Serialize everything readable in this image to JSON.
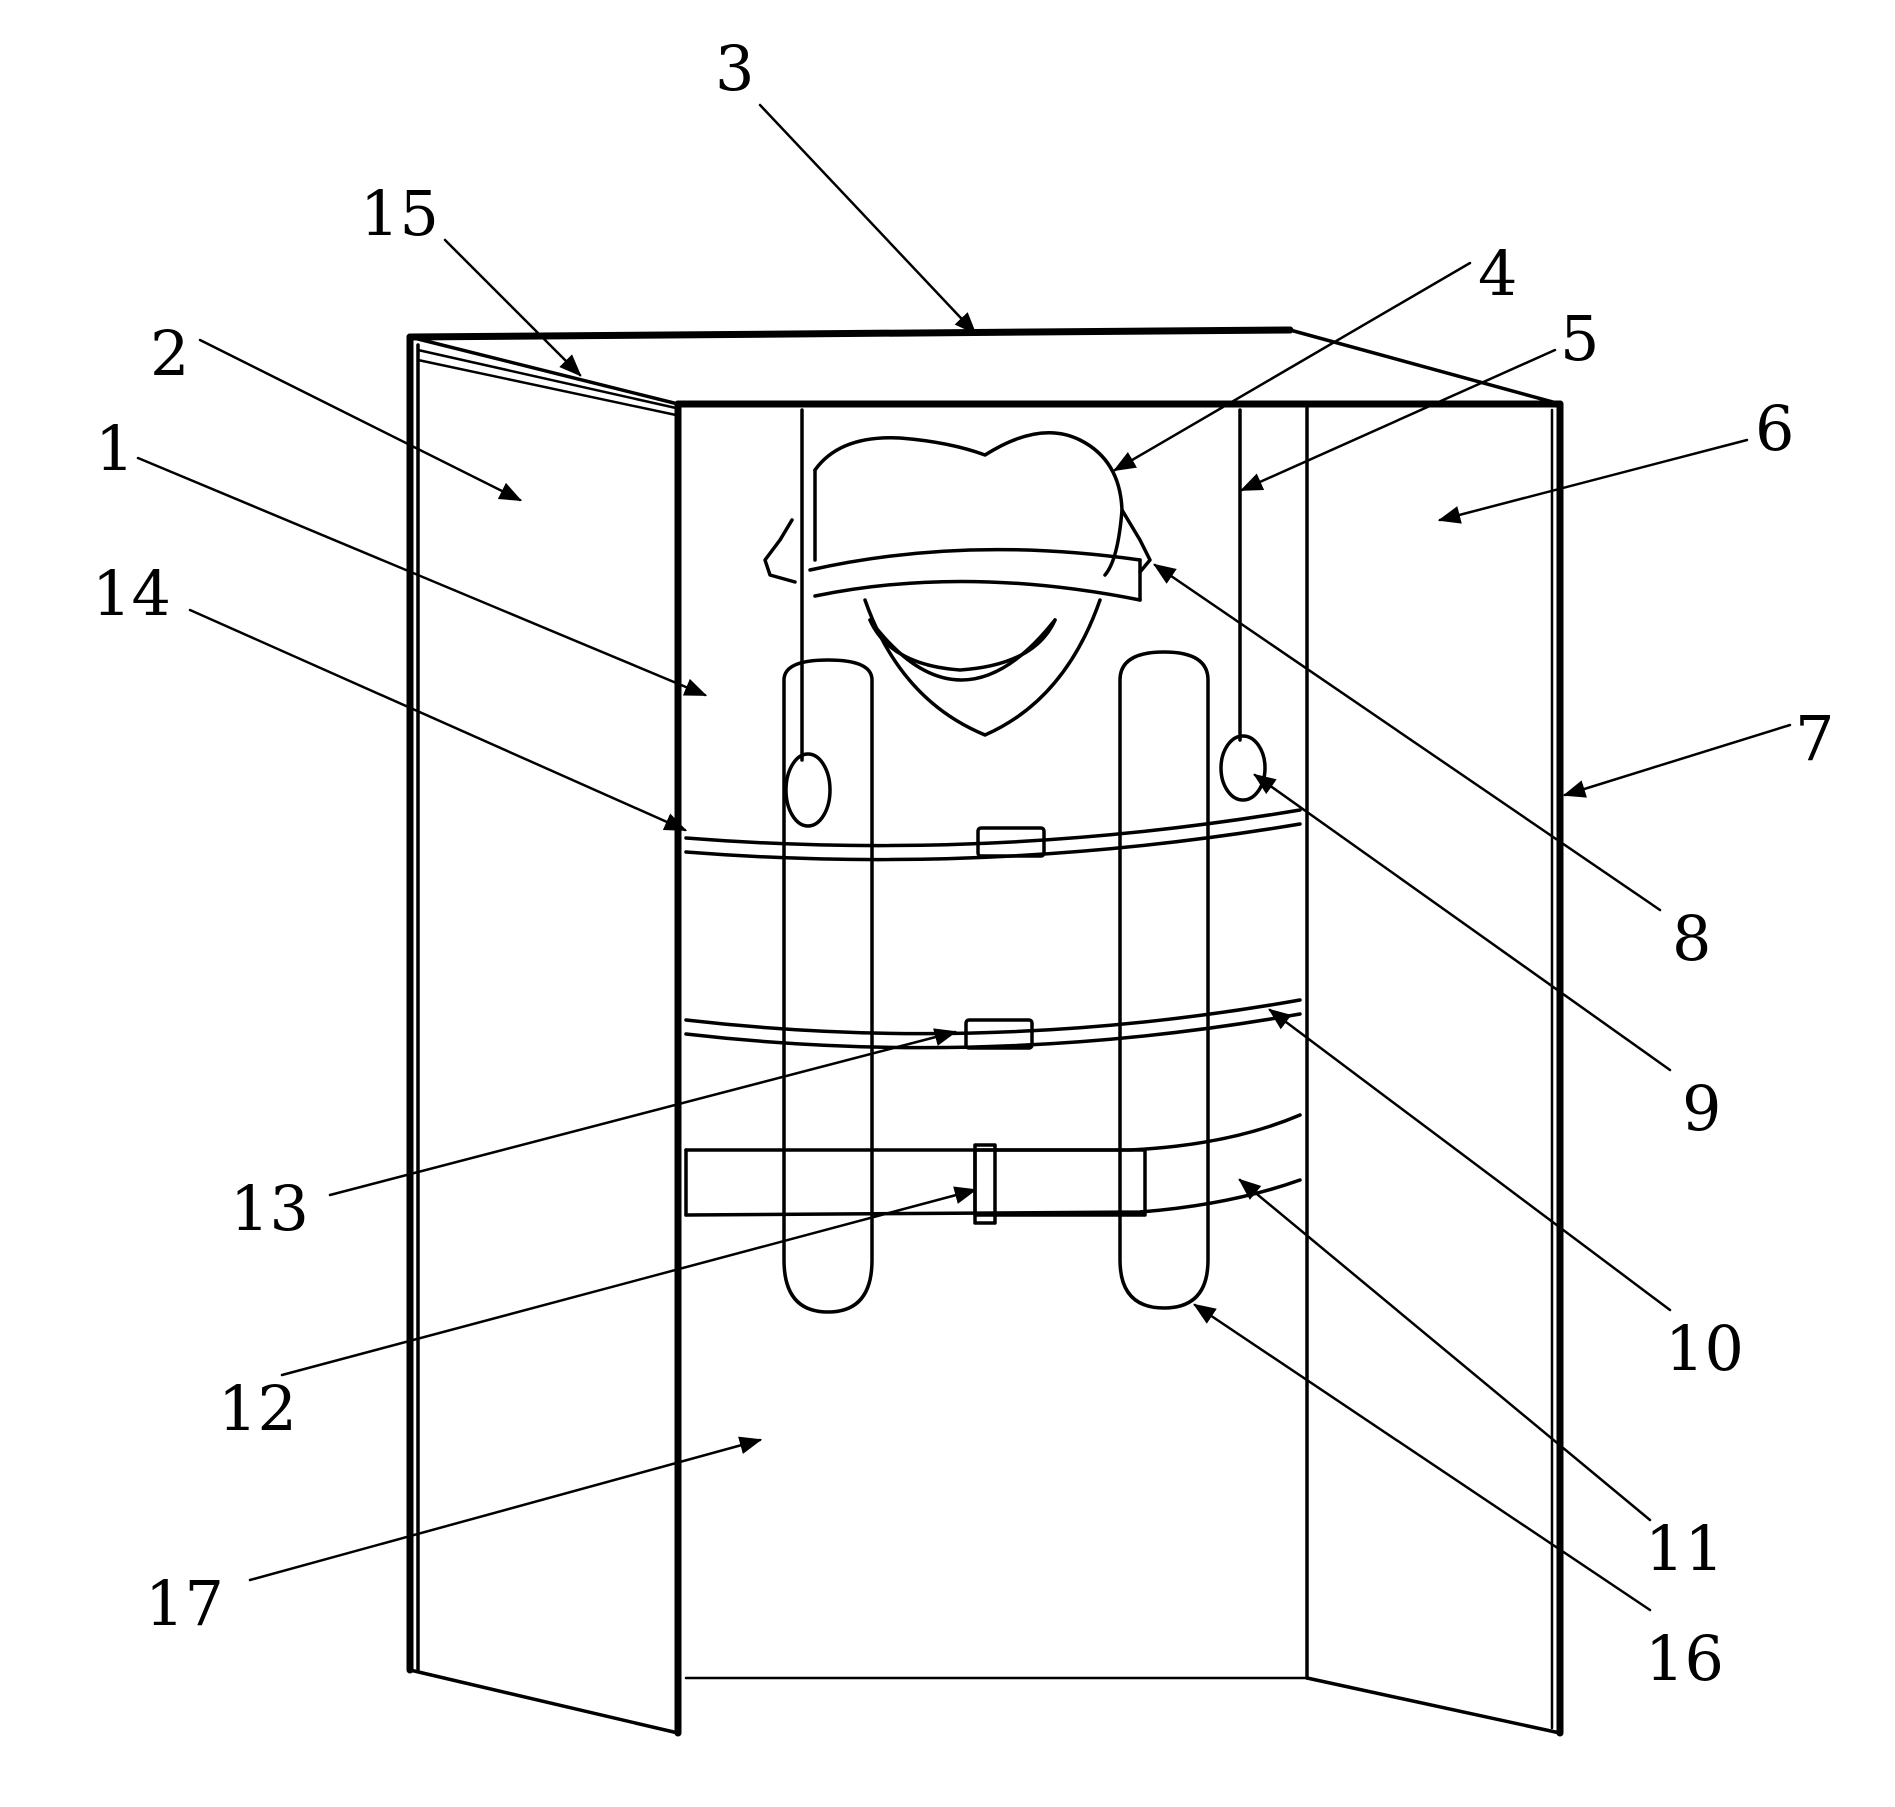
{
  "figure": {
    "callouts": [
      {
        "id": "c1",
        "label": "1"
      },
      {
        "id": "c2",
        "label": "2"
      },
      {
        "id": "c3",
        "label": "3"
      },
      {
        "id": "c4",
        "label": "4"
      },
      {
        "id": "c5",
        "label": "5"
      },
      {
        "id": "c6",
        "label": "6"
      },
      {
        "id": "c7",
        "label": "7"
      },
      {
        "id": "c8",
        "label": "8"
      },
      {
        "id": "c9",
        "label": "9"
      },
      {
        "id": "c10",
        "label": "10"
      },
      {
        "id": "c11",
        "label": "11"
      },
      {
        "id": "c12",
        "label": "12"
      },
      {
        "id": "c13",
        "label": "13"
      },
      {
        "id": "c14",
        "label": "14"
      },
      {
        "id": "c15",
        "label": "15"
      },
      {
        "id": "c16",
        "label": "16"
      },
      {
        "id": "c17",
        "label": "17"
      }
    ]
  }
}
